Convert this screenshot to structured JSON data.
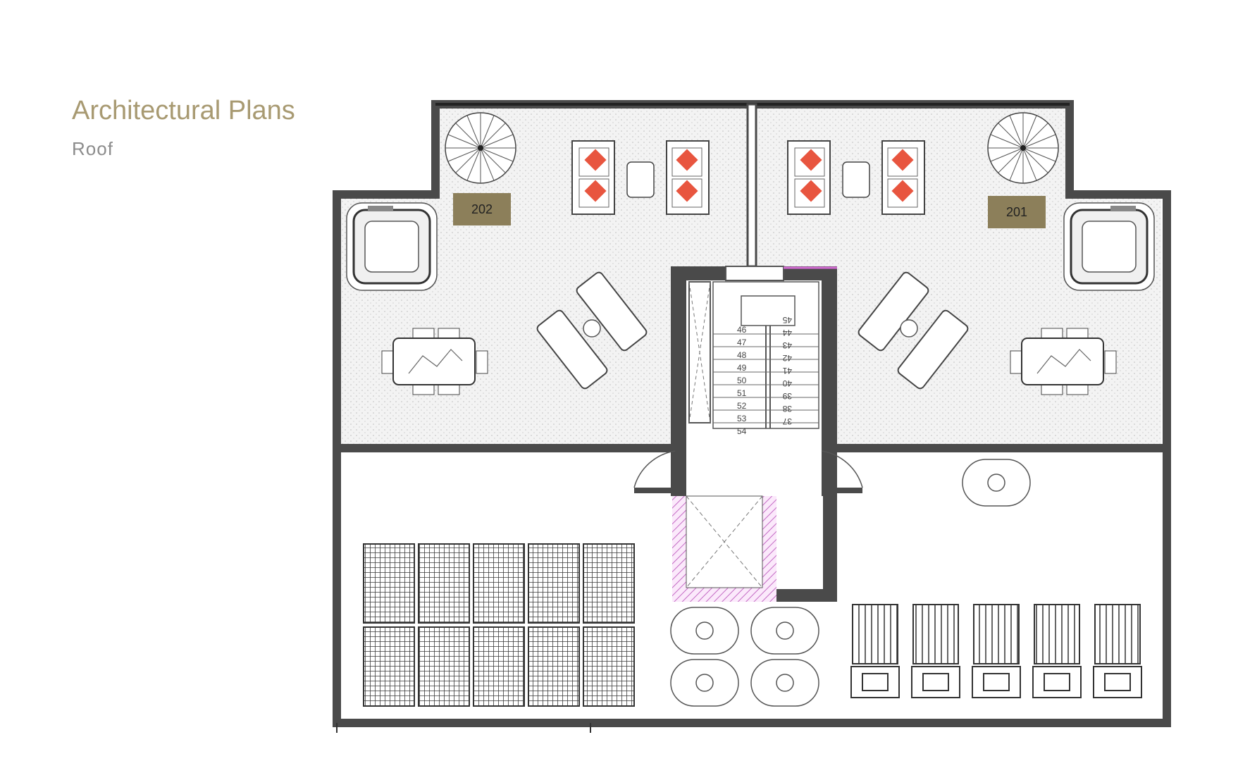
{
  "header": {
    "title": "Architectural Plans",
    "subtitle": "Roof"
  },
  "units": [
    {
      "label": "202"
    },
    {
      "label": "201"
    }
  ],
  "stairs": {
    "left_steps": [
      "46",
      "47",
      "48",
      "49",
      "50",
      "51",
      "52",
      "53",
      "54"
    ],
    "right_steps": [
      "45",
      "44",
      "43",
      "42",
      "41",
      "40",
      "39",
      "38",
      "37"
    ]
  },
  "colors": {
    "title": "#a89a72",
    "subtitle": "#8c8c8c",
    "unit_tag": "#8c7f5a",
    "wall": "#4a4a4a",
    "cushion": "#e8553f",
    "lift_hatch": "#c46bc4"
  }
}
